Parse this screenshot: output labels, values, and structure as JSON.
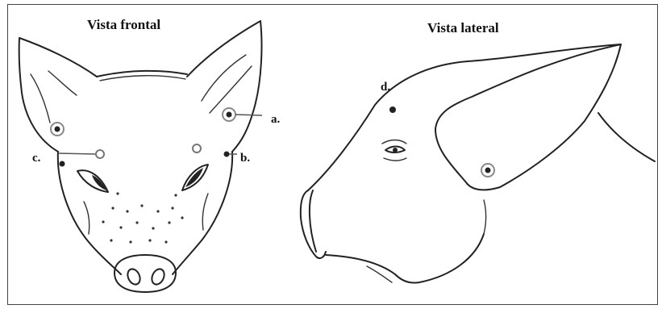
{
  "frontal_view": {
    "title": "Vista frontal",
    "labels": {
      "a": "a.",
      "b": "b.",
      "c": "c."
    }
  },
  "lateral_view": {
    "title": "Vista lateral",
    "labels": {
      "d": "d."
    }
  }
}
